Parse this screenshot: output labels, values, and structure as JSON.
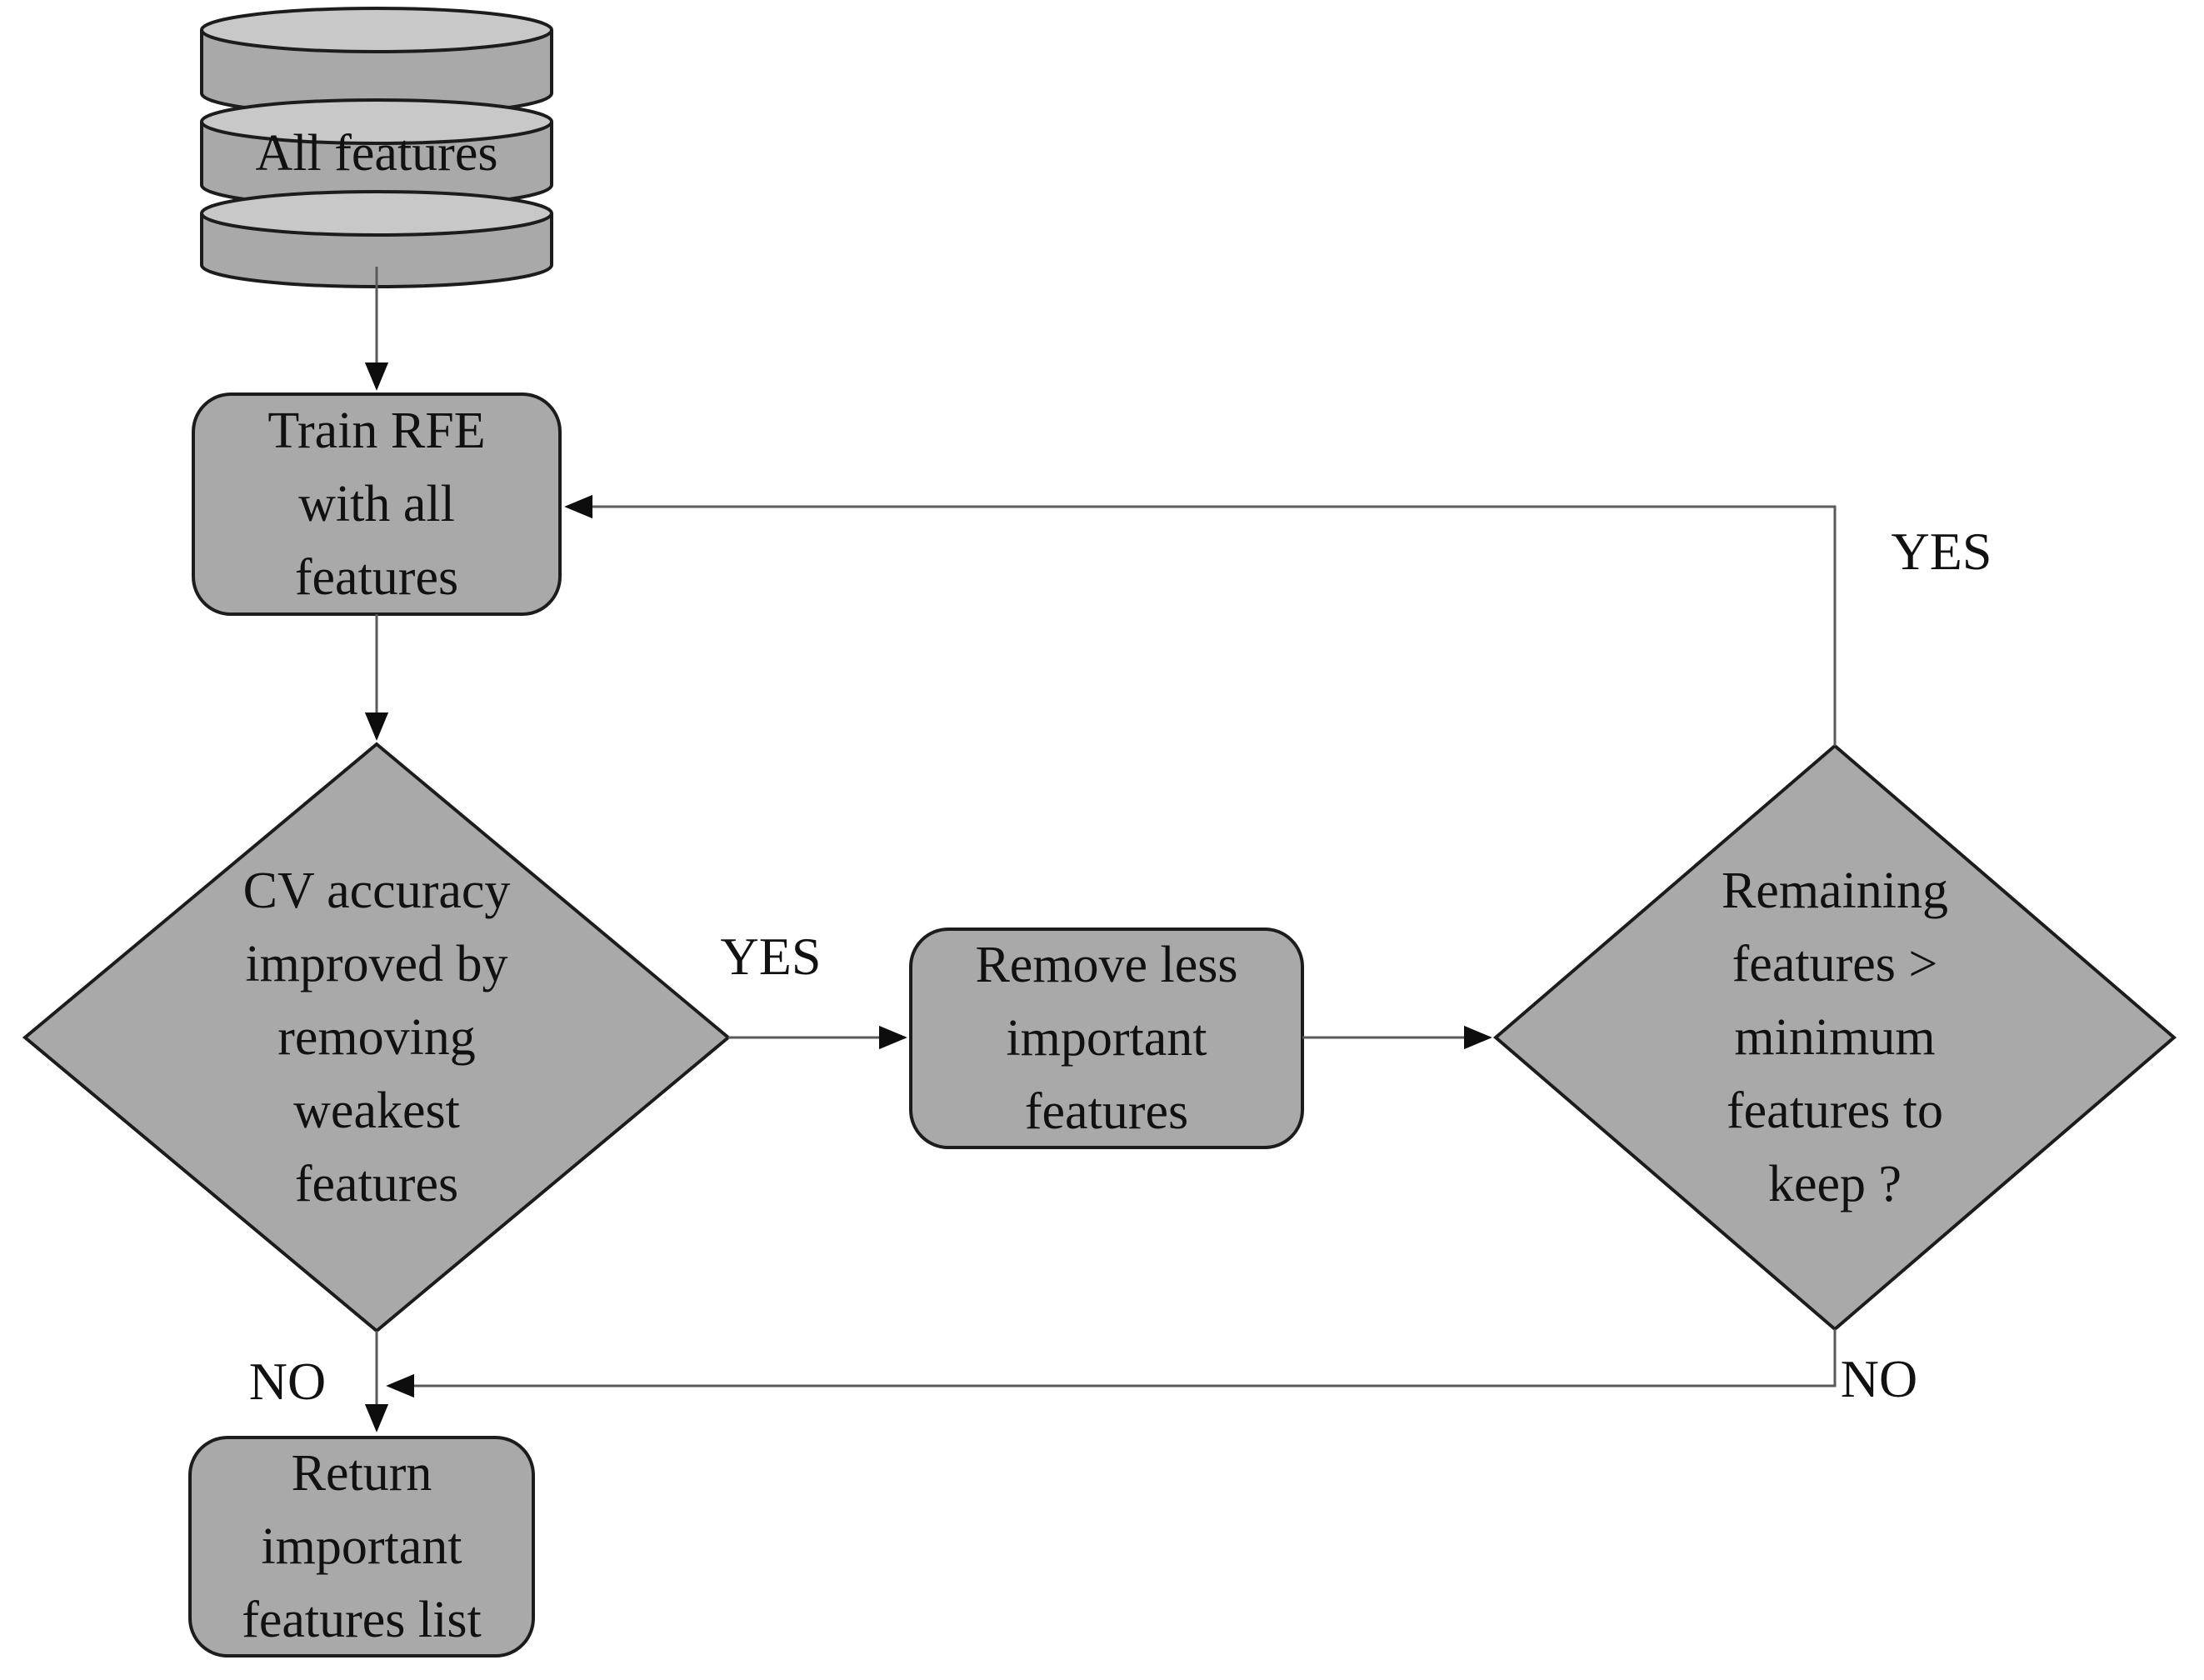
{
  "colors": {
    "node_fill": "#a9a9a9",
    "cylinder_top_fill": "#c8c8c8",
    "node_border": "#1c1c1c",
    "connector_line": "#5a5a5a",
    "arrowhead": "#0d0d0d",
    "background": "#ffffff",
    "text": "#111111"
  },
  "nodes": {
    "all_features": {
      "shape": "database-cylinder",
      "label": "All features"
    },
    "train_rfe": {
      "shape": "rounded-process",
      "label": "Train RFE\nwith all\nfeatures"
    },
    "cv_accuracy": {
      "shape": "decision-diamond",
      "label": "CV accuracy\nimproved by\nremoving\nweakest\nfeatures"
    },
    "remove_features": {
      "shape": "rounded-process",
      "label": "Remove less\nimportant\nfeatures"
    },
    "remaining_features": {
      "shape": "decision-diamond",
      "label": "Remaining\nfeatures >\nminimum\nfeatures to\nkeep ?"
    },
    "return_list": {
      "shape": "rounded-process",
      "label": "Return\nimportant\nfeatures list"
    }
  },
  "edge_labels": {
    "yes_to_remove": "YES",
    "yes_loop_to_train": "YES",
    "no_to_return": "NO",
    "no_loop_from_remaining": "NO"
  }
}
